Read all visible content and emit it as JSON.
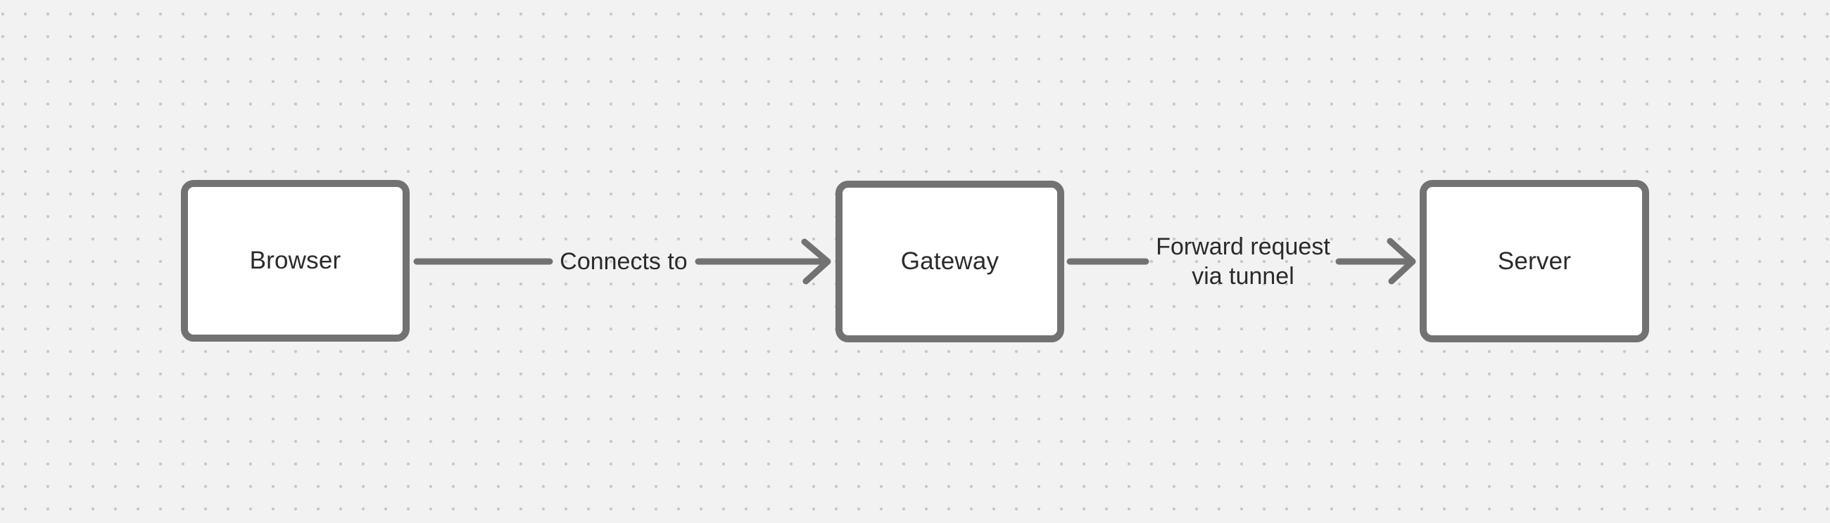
{
  "canvas": {
    "colors": {
      "background": "#f2f2f2",
      "dot": "#c7c7c7",
      "stroke": "#727272",
      "node_fill": "#ffffff",
      "text": "#2b2b2b"
    }
  },
  "nodes": [
    {
      "label": "Browser"
    },
    {
      "label": "Gateway"
    },
    {
      "label": "Server"
    }
  ],
  "edges": [
    {
      "from": "Browser",
      "to": "Gateway",
      "label": "Connects to",
      "label_lines": [
        "Connects to"
      ]
    },
    {
      "from": "Gateway",
      "to": "Server",
      "label": "Forward request via tunnel",
      "label_lines": [
        "Forward request",
        "via tunnel"
      ]
    }
  ]
}
